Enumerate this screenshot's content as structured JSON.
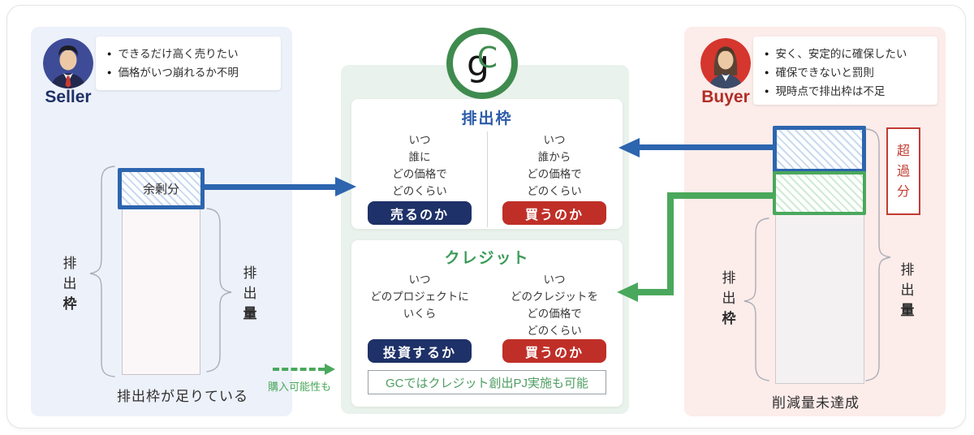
{
  "colors": {
    "blue_accent": "#2d65af",
    "navy_button": "#1e3168",
    "red_button": "#bf2f28",
    "green_accent": "#4aa85c",
    "logo_ring_green": "#3f8b4f",
    "allowance_title_blue": "#2b5ba8",
    "credit_title_green": "#3b9c59",
    "excess_red": "#c23b32",
    "seller_name_navy": "#1e3168",
    "buyer_name_red": "#b22d26",
    "panel_left_bg": "#edf1fa",
    "panel_center_bg": "#e9f2ec",
    "panel_right_bg": "#fcecea"
  },
  "seller": {
    "name": "Seller",
    "bullets": [
      "できるだけ高く売りたい",
      "価格がいつ崩れるか不明"
    ],
    "chart": {
      "surplus_label": "余剰分",
      "left_label_normal": "排出",
      "left_label_bold": "枠",
      "right_label_normal": "排出",
      "right_label_bold": "量",
      "caption": "排出枠が足りている"
    }
  },
  "buyer": {
    "name": "Buyer",
    "bullets": [
      "安く、安定的に確保したい",
      "確保できないと罰則",
      "現時点で排出枠は不足"
    ],
    "chart": {
      "excess_label": "超過分",
      "left_label_normal": "排出",
      "left_label_bold": "枠",
      "right_label_normal": "排出",
      "right_label_bold": "量",
      "caption": "削減量未達成"
    }
  },
  "center": {
    "logo": {
      "g": "g",
      "c": "C"
    },
    "allowance": {
      "title": "排出枠",
      "sell": {
        "lines": [
          "いつ",
          "誰に",
          "どの価格で",
          "どのくらい"
        ],
        "button": "売るのか"
      },
      "buy": {
        "lines": [
          "いつ",
          "誰から",
          "どの価格で",
          "どのくらい"
        ],
        "button": "買うのか"
      }
    },
    "credit": {
      "title": "クレジット",
      "invest": {
        "lines": [
          "いつ",
          "どのプロジェクトに",
          "いくら"
        ],
        "button": "投資するか"
      },
      "buy": {
        "lines": [
          "いつ",
          "どのクレジットを",
          "どの価格で",
          "どのくらい"
        ],
        "button": "買うのか"
      }
    },
    "note": "GCではクレジット創出PJ実施も可能",
    "dashed_arrow_label": "購入可能性も"
  }
}
